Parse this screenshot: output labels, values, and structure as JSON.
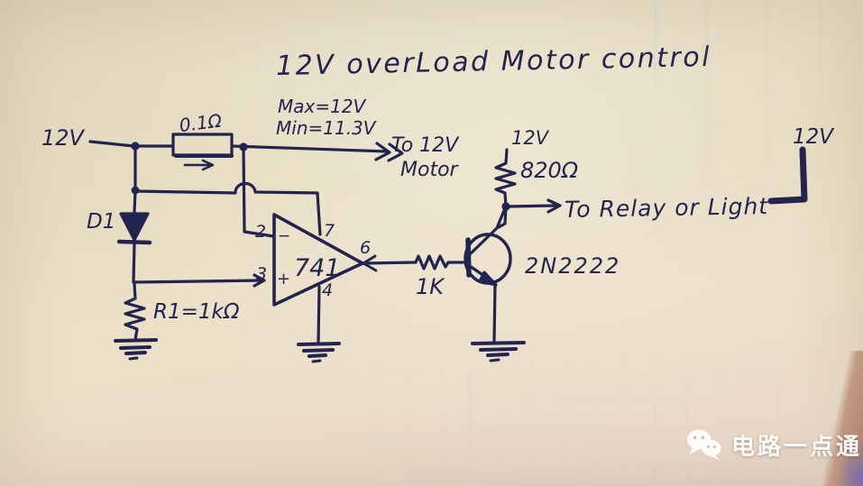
{
  "title": "12V overLoad Motor control",
  "colors": {
    "ink": "#23234f",
    "paper": "#eae1c8",
    "watermark": "#ffffff"
  },
  "supplies": {
    "left": "12V",
    "mid": "12V",
    "right": "12V"
  },
  "notes": {
    "max": "Max=12V",
    "min": "Min=11.3V",
    "motor_line1": "To 12V",
    "motor_line2": "Motor",
    "relay": "To Relay or Light"
  },
  "components": {
    "shunt_resistor": "0.1Ω",
    "diode": "D1",
    "r1": "R1=1kΩ",
    "opamp": {
      "name": "741",
      "pin_inverting": "2",
      "pin_noninverting": "3",
      "pin_vminus": "4",
      "pin_output": "6",
      "pin_vplus": "7",
      "minus": "−",
      "plus": "+"
    },
    "base_resistor": "1K",
    "transistor": "2N2222",
    "pullup_resistor": "820Ω"
  },
  "watermark": {
    "text": "电路一点通",
    "icon": "wechat-icon"
  }
}
